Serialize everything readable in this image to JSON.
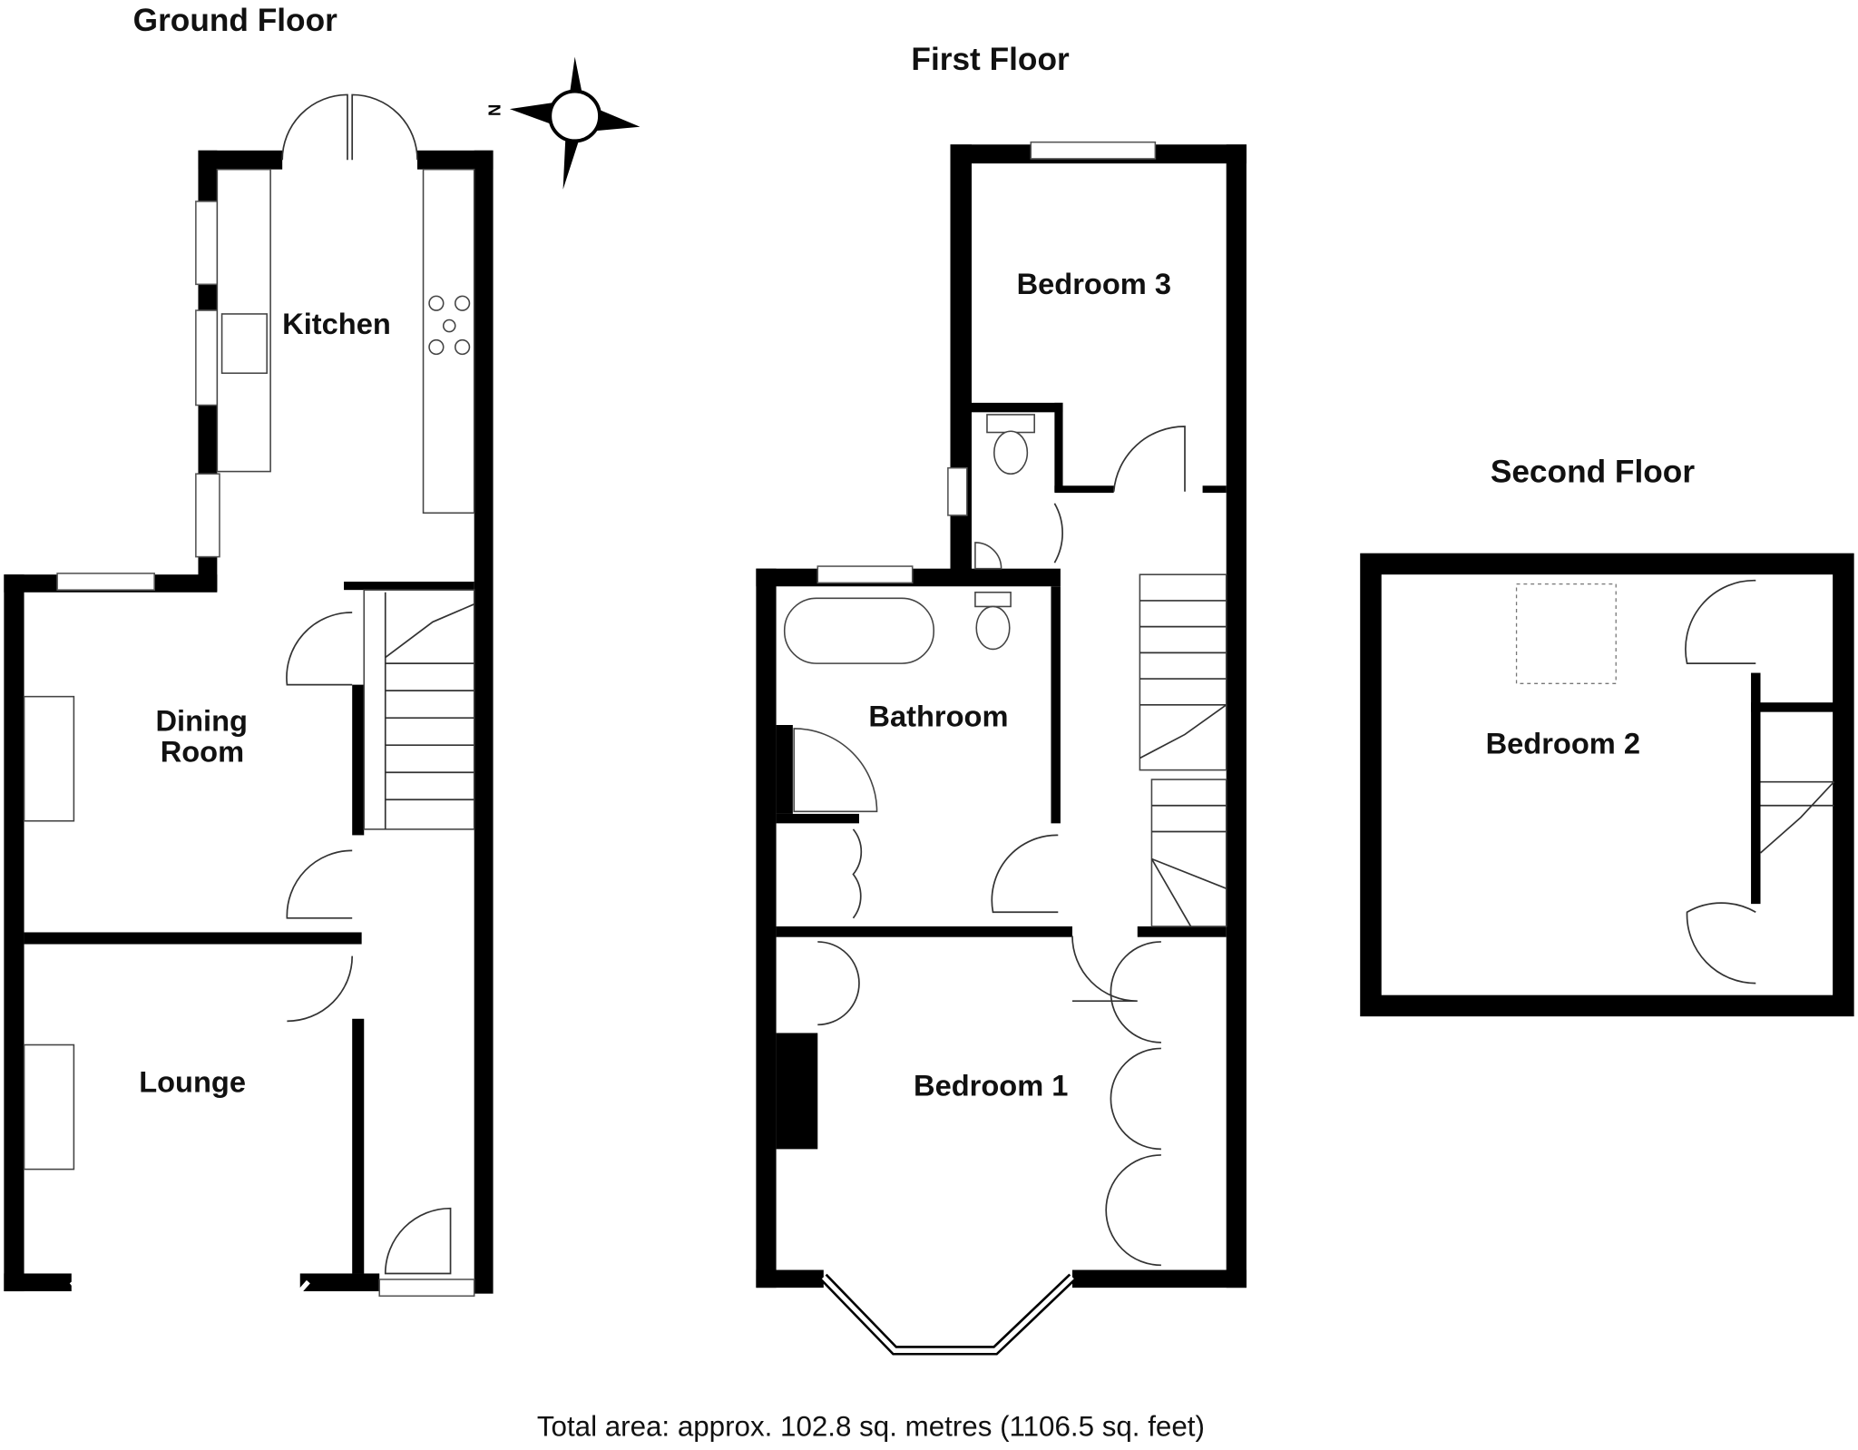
{
  "floors": {
    "ground": {
      "title": "Ground Floor",
      "rooms": {
        "kitchen": "Kitchen",
        "dining_line1": "Dining",
        "dining_line2": "Room",
        "lounge": "Lounge"
      }
    },
    "first": {
      "title": "First Floor",
      "rooms": {
        "bedroom3": "Bedroom 3",
        "bathroom": "Bathroom",
        "bedroom1": "Bedroom 1"
      }
    },
    "second": {
      "title": "Second Floor",
      "rooms": {
        "bedroom2": "Bedroom 2"
      }
    }
  },
  "compass": {
    "north_label": "N"
  },
  "footer": {
    "total_area": "Total area: approx. 102.8 sq. metres (1106.5 sq. feet)"
  }
}
